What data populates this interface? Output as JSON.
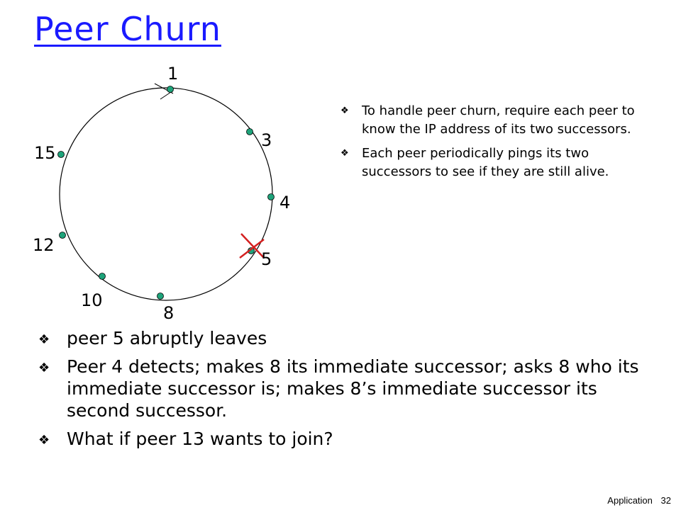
{
  "slide": {
    "title": "Peer Churn",
    "footer_label": "Application",
    "page_number": "32"
  },
  "diagram": {
    "nodes": [
      {
        "id": "1",
        "label": "1"
      },
      {
        "id": "3",
        "label": "3"
      },
      {
        "id": "4",
        "label": "4"
      },
      {
        "id": "5",
        "label": "5"
      },
      {
        "id": "8",
        "label": "8"
      },
      {
        "id": "10",
        "label": "10"
      },
      {
        "id": "12",
        "label": "12"
      },
      {
        "id": "15",
        "label": "15"
      }
    ],
    "departed_node": "5",
    "colors": {
      "node_fill": "#1ea37a",
      "ring": "#000000",
      "cross": "#d42020"
    }
  },
  "side_bullets": [
    "To handle peer churn, require each peer to know the IP address of its two successors.",
    " Each peer periodically pings its two successors to see if they are still alive."
  ],
  "main_bullets": [
    "peer 5 abruptly leaves",
    "Peer 4 detects; makes 8 its immediate successor; asks 8 who its immediate successor is; makes 8’s immediate successor its second successor.",
    "What if peer 13 wants to join?"
  ],
  "bullet_glyph": "❖"
}
